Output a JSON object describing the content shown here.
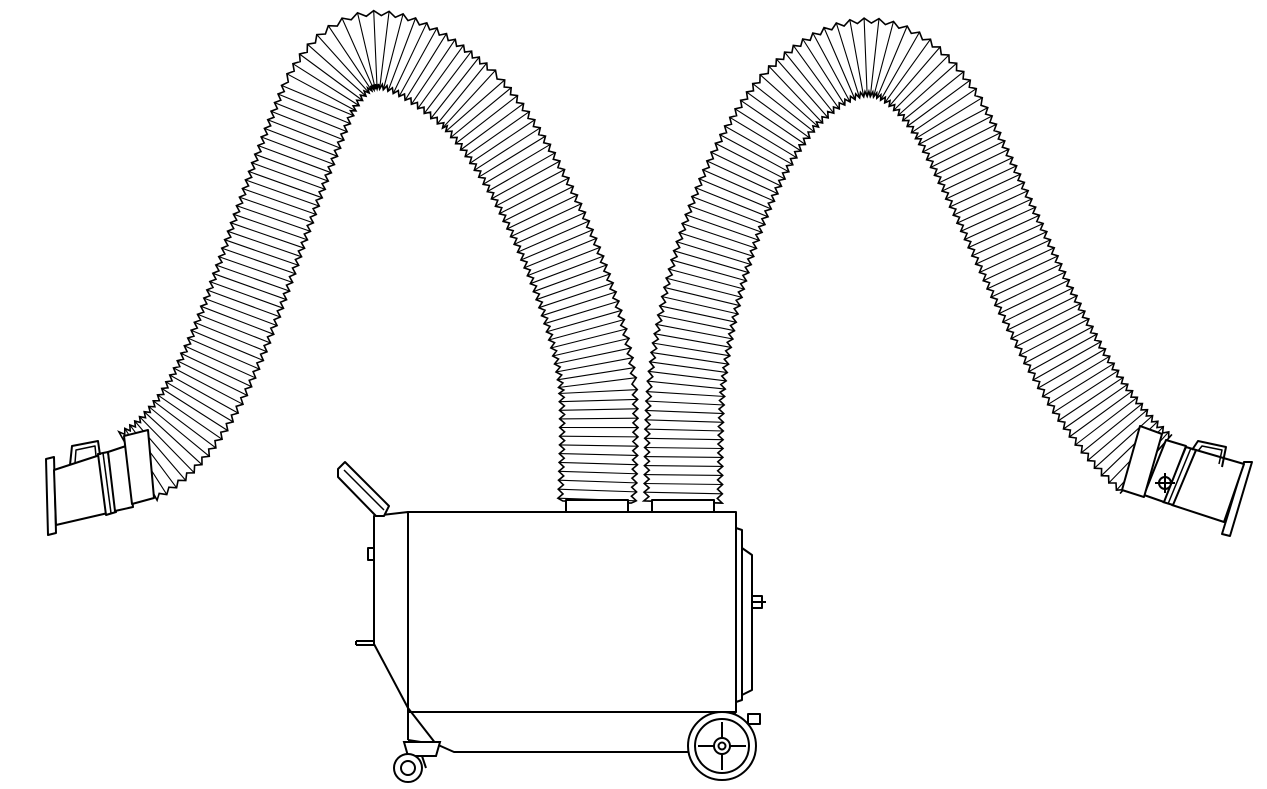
{
  "drawing": {
    "subject": "",
    "colors": {
      "ink": "#000000",
      "background": "#ffffff"
    },
    "components": [
      "left-extraction-arm",
      "right-extraction-arm",
      "left-capture-hood",
      "right-capture-hood",
      "unit-housing",
      "push-handle",
      "rear-caster",
      "front-wheel"
    ]
  }
}
